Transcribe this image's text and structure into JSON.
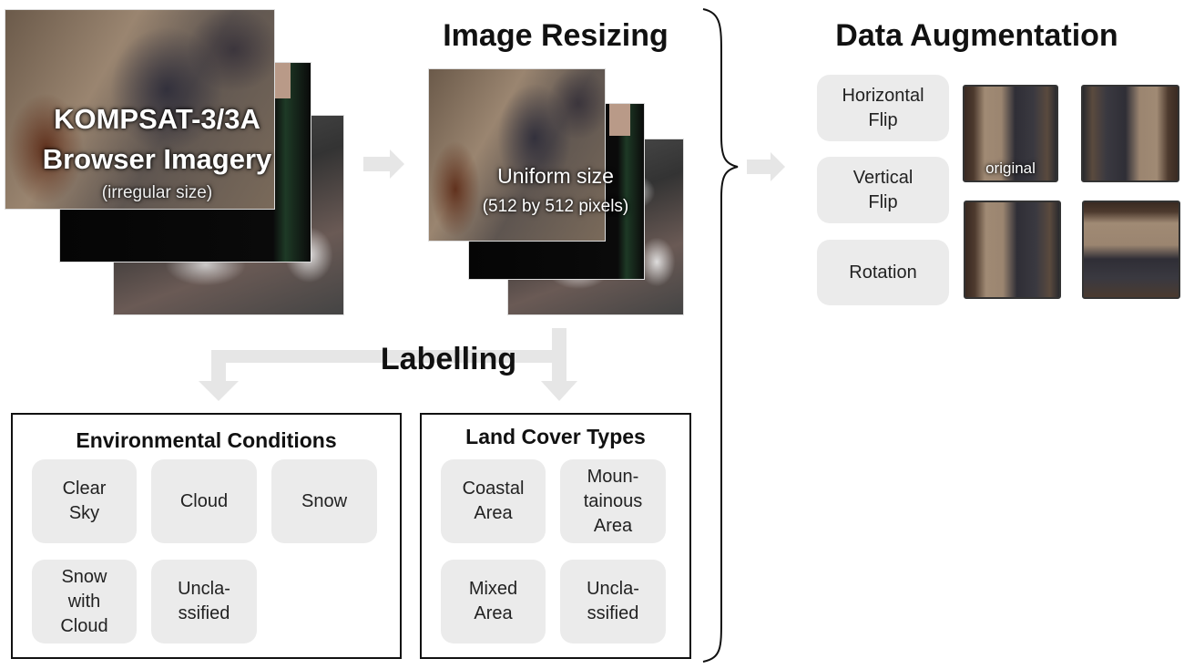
{
  "input": {
    "title_line1": "KOMPSAT-3/3A",
    "title_line2": "Browser Imagery",
    "note": "(irregular size)"
  },
  "resizing": {
    "title": "Image Resizing",
    "line1": "Uniform size",
    "line2": "(512 by 512 pixels)"
  },
  "augmentation": {
    "title": "Data Augmentation",
    "methods": [
      "Horizontal\nFlip",
      "Vertical\nFlip",
      "Rotation"
    ],
    "original_label": "original"
  },
  "labelling": {
    "title": "Labelling",
    "environmental": {
      "title": "Environmental Conditions",
      "items": [
        "Clear\nSky",
        "Cloud",
        "Snow",
        "Snow\nwith\nCloud",
        "Uncla-\nssified"
      ]
    },
    "land_cover": {
      "title": "Land Cover Types",
      "items": [
        "Coastal\nArea",
        "Moun-\ntainous\nArea",
        "Mixed\nArea",
        "Uncla-\nssified"
      ]
    }
  },
  "colors": {
    "tile": "#ebebeb",
    "arrow": "#e6e6e6"
  }
}
